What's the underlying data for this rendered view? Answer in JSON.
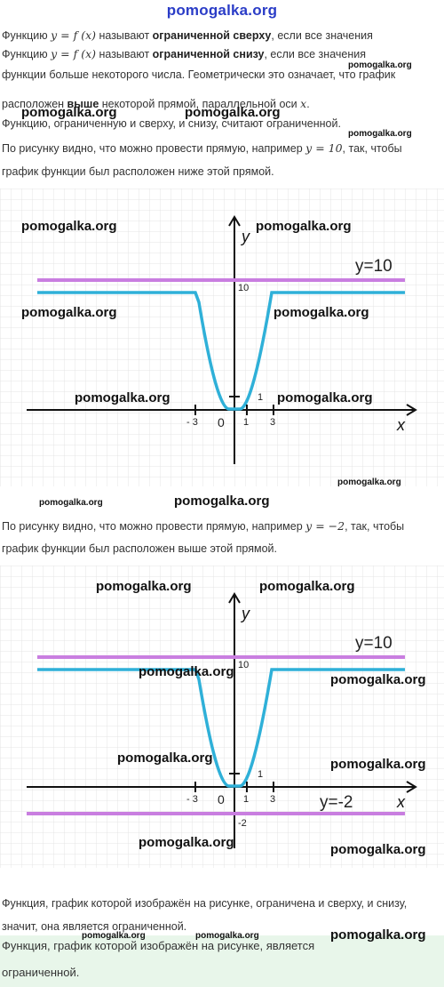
{
  "site": "pomogalka.org",
  "para1": {
    "a": "Функцию ",
    "f": "y = f (x)",
    "b": " называют ",
    "bold": "ограниченной сверху",
    "c": ", если все значения"
  },
  "para2": {
    "a": "Функцию ",
    "f": "y = f (x)",
    "b": " называют ",
    "bold": "ограниченной снизу",
    "c": ", если все значения",
    "line2": "функции больше некоторого числа. Геометрически это означает, что график",
    "line3a": "расположен ",
    "line3bold": "выше",
    "line3b": " некоторой прямой, параллельной оси ",
    "line3x": "x",
    "line3c": "."
  },
  "para3": "Функцию, ограниченную и сверху, и снизу, считают ограниченной.",
  "para4": {
    "a": "По рисунку видно, что можно провести прямую, например ",
    "eq": "y = 10",
    "b": ", так, чтобы",
    "line2": "график функции был расположен ниже этой прямой."
  },
  "para5": {
    "a": "По рисунку видно, что можно провести прямую, например ",
    "eq": "y = −2",
    "b": ", так, чтобы",
    "line2": "график функции был расположен выше этой прямой."
  },
  "para6": {
    "line1": "Функция, график которой изображён на рисунке, ограничена и сверху, и снизу,",
    "line2": "значит, она является ограниченной."
  },
  "answer": {
    "line1": "Функция, график которой изображён на рисунке, является",
    "line2": "ограниченной."
  },
  "graph1": {
    "y_axis": "y",
    "x_axis": "x",
    "ticks": [
      "- 3",
      "0",
      "1",
      "3"
    ],
    "y_ticks": [
      "10",
      "1"
    ],
    "upper_line_label": "y=10"
  },
  "graph2": {
    "y_axis": "y",
    "x_axis": "x",
    "ticks": [
      "- 3",
      "0",
      "1",
      "3"
    ],
    "y_ticks": [
      "10",
      "1",
      "-2"
    ],
    "upper_line_label": "y=10",
    "lower_line_label": "y=-2"
  },
  "colors": {
    "curve": "#2fb0d8",
    "bound": "#c97ee0",
    "grid": "#e4e4e4",
    "answer_bg": "#e8f6ea",
    "site": "#2a3cc7"
  }
}
